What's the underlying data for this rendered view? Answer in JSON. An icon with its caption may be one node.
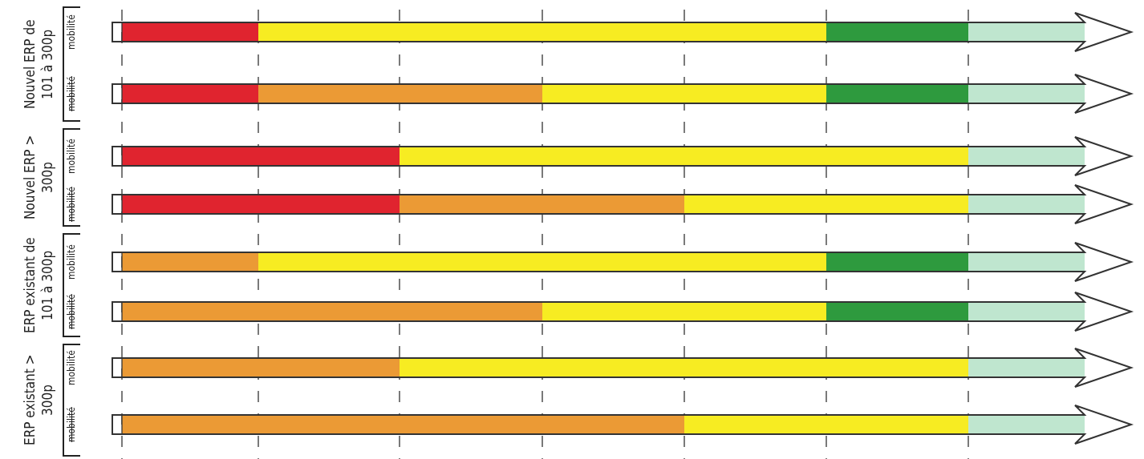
{
  "diagram": {
    "nodes": [
      {
        "text": [
          "Nouvel ERP de 101 à 300p"
        ]
      },
      {
        "text": [
          "mobilité"
        ],
        "in": 0
      },
      {
        "text": [
          "mobilité"
        ],
        "in": 0
      },
      {
        "text": [
          "Nouvel ERP > 300p"
        ]
      },
      {
        "text": [
          "mobilité"
        ],
        "in": 3
      },
      {
        "text": [
          "mobilité"
        ],
        "in": 3
      },
      {
        "text": [
          "ERP existant de 101 à 300p"
        ]
      },
      {
        "text": [
          "mobilité"
        ],
        "in": 6
      },
      {
        "text": [
          "mobilité"
        ],
        "in": 6
      },
      {
        "text": [
          "ERP existant > 300p"
        ]
      },
      {
        "text": [
          "mobilité"
        ],
        "in": 9
      },
      {
        "text": [
          "mobilité"
        ],
        "in": 9
      }
    ]
  }
}
